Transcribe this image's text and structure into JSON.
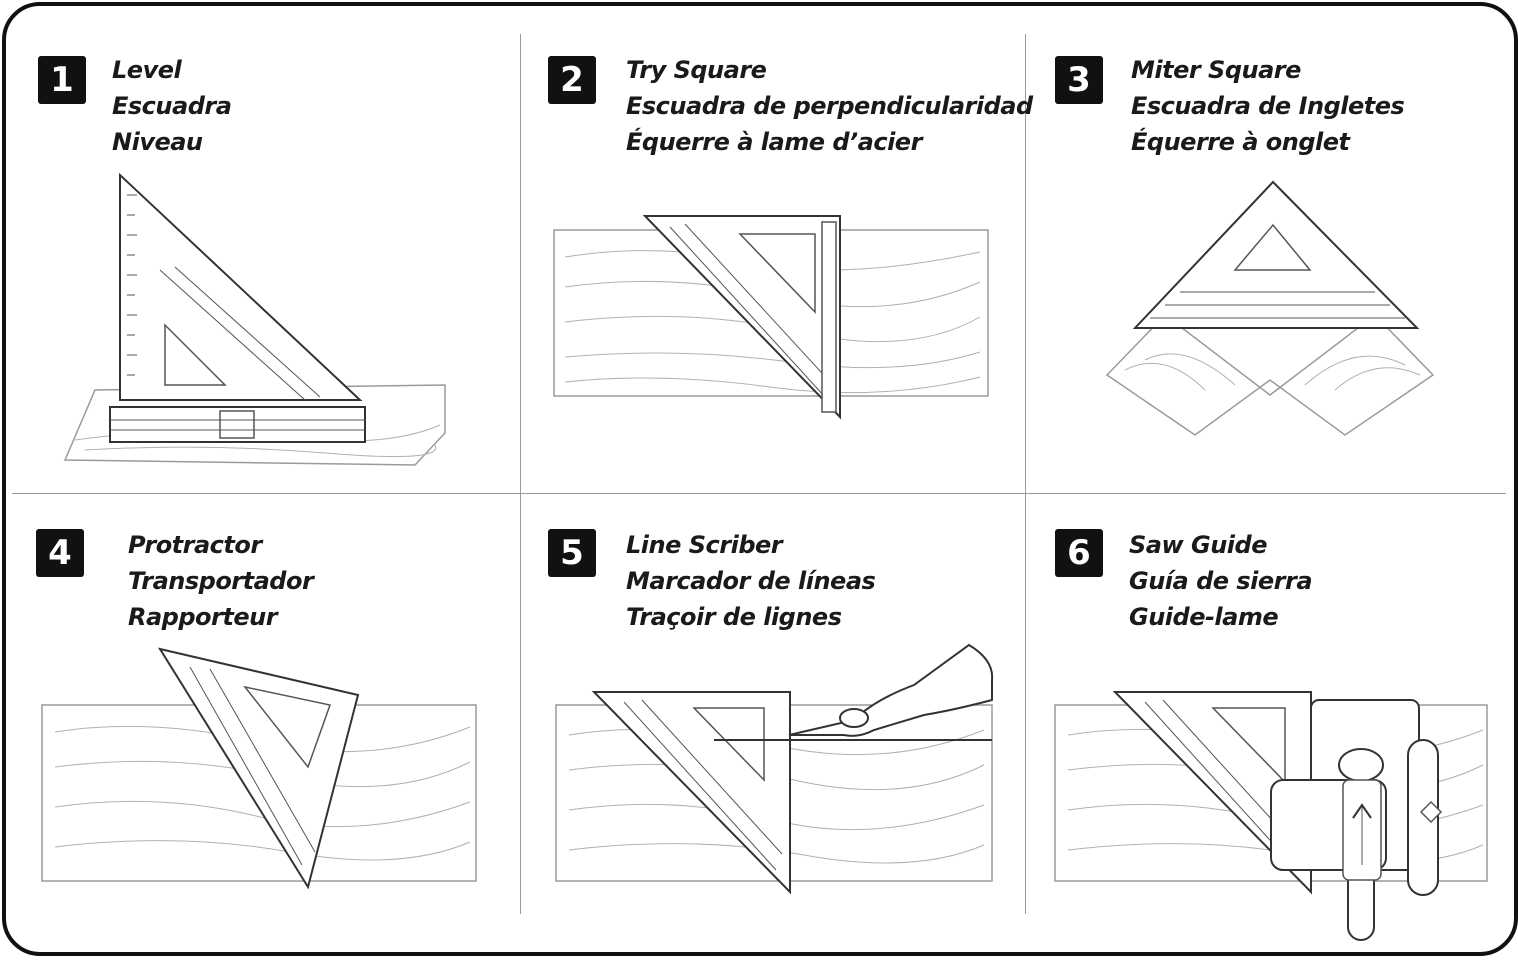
{
  "panels": [
    {
      "number": "1",
      "names": [
        "Level",
        "Escuadra",
        "Niveau"
      ],
      "icon": "level-illustration"
    },
    {
      "number": "2",
      "names": [
        "Try Square",
        "Escuadra de perpendicularidad",
        "Équerre à lame d’acier"
      ],
      "icon": "try-square-illustration"
    },
    {
      "number": "3",
      "names": [
        "Miter Square",
        "Escuadra de Ingletes",
        "Équerre à onglet"
      ],
      "icon": "miter-square-illustration"
    },
    {
      "number": "4",
      "names": [
        "Protractor",
        "Transportador",
        "Rapporteur"
      ],
      "icon": "protractor-illustration"
    },
    {
      "number": "5",
      "names": [
        "Line Scriber",
        "Marcador de líneas",
        "Traçoir de lignes"
      ],
      "icon": "line-scriber-illustration"
    },
    {
      "number": "6",
      "names": [
        "Saw Guide",
        "Guía de sierra",
        "Guide-lame"
      ],
      "icon": "saw-guide-illustration"
    }
  ],
  "colors": {
    "border": "#111111",
    "badge": "#111111",
    "divider": "#9a9a9a"
  }
}
